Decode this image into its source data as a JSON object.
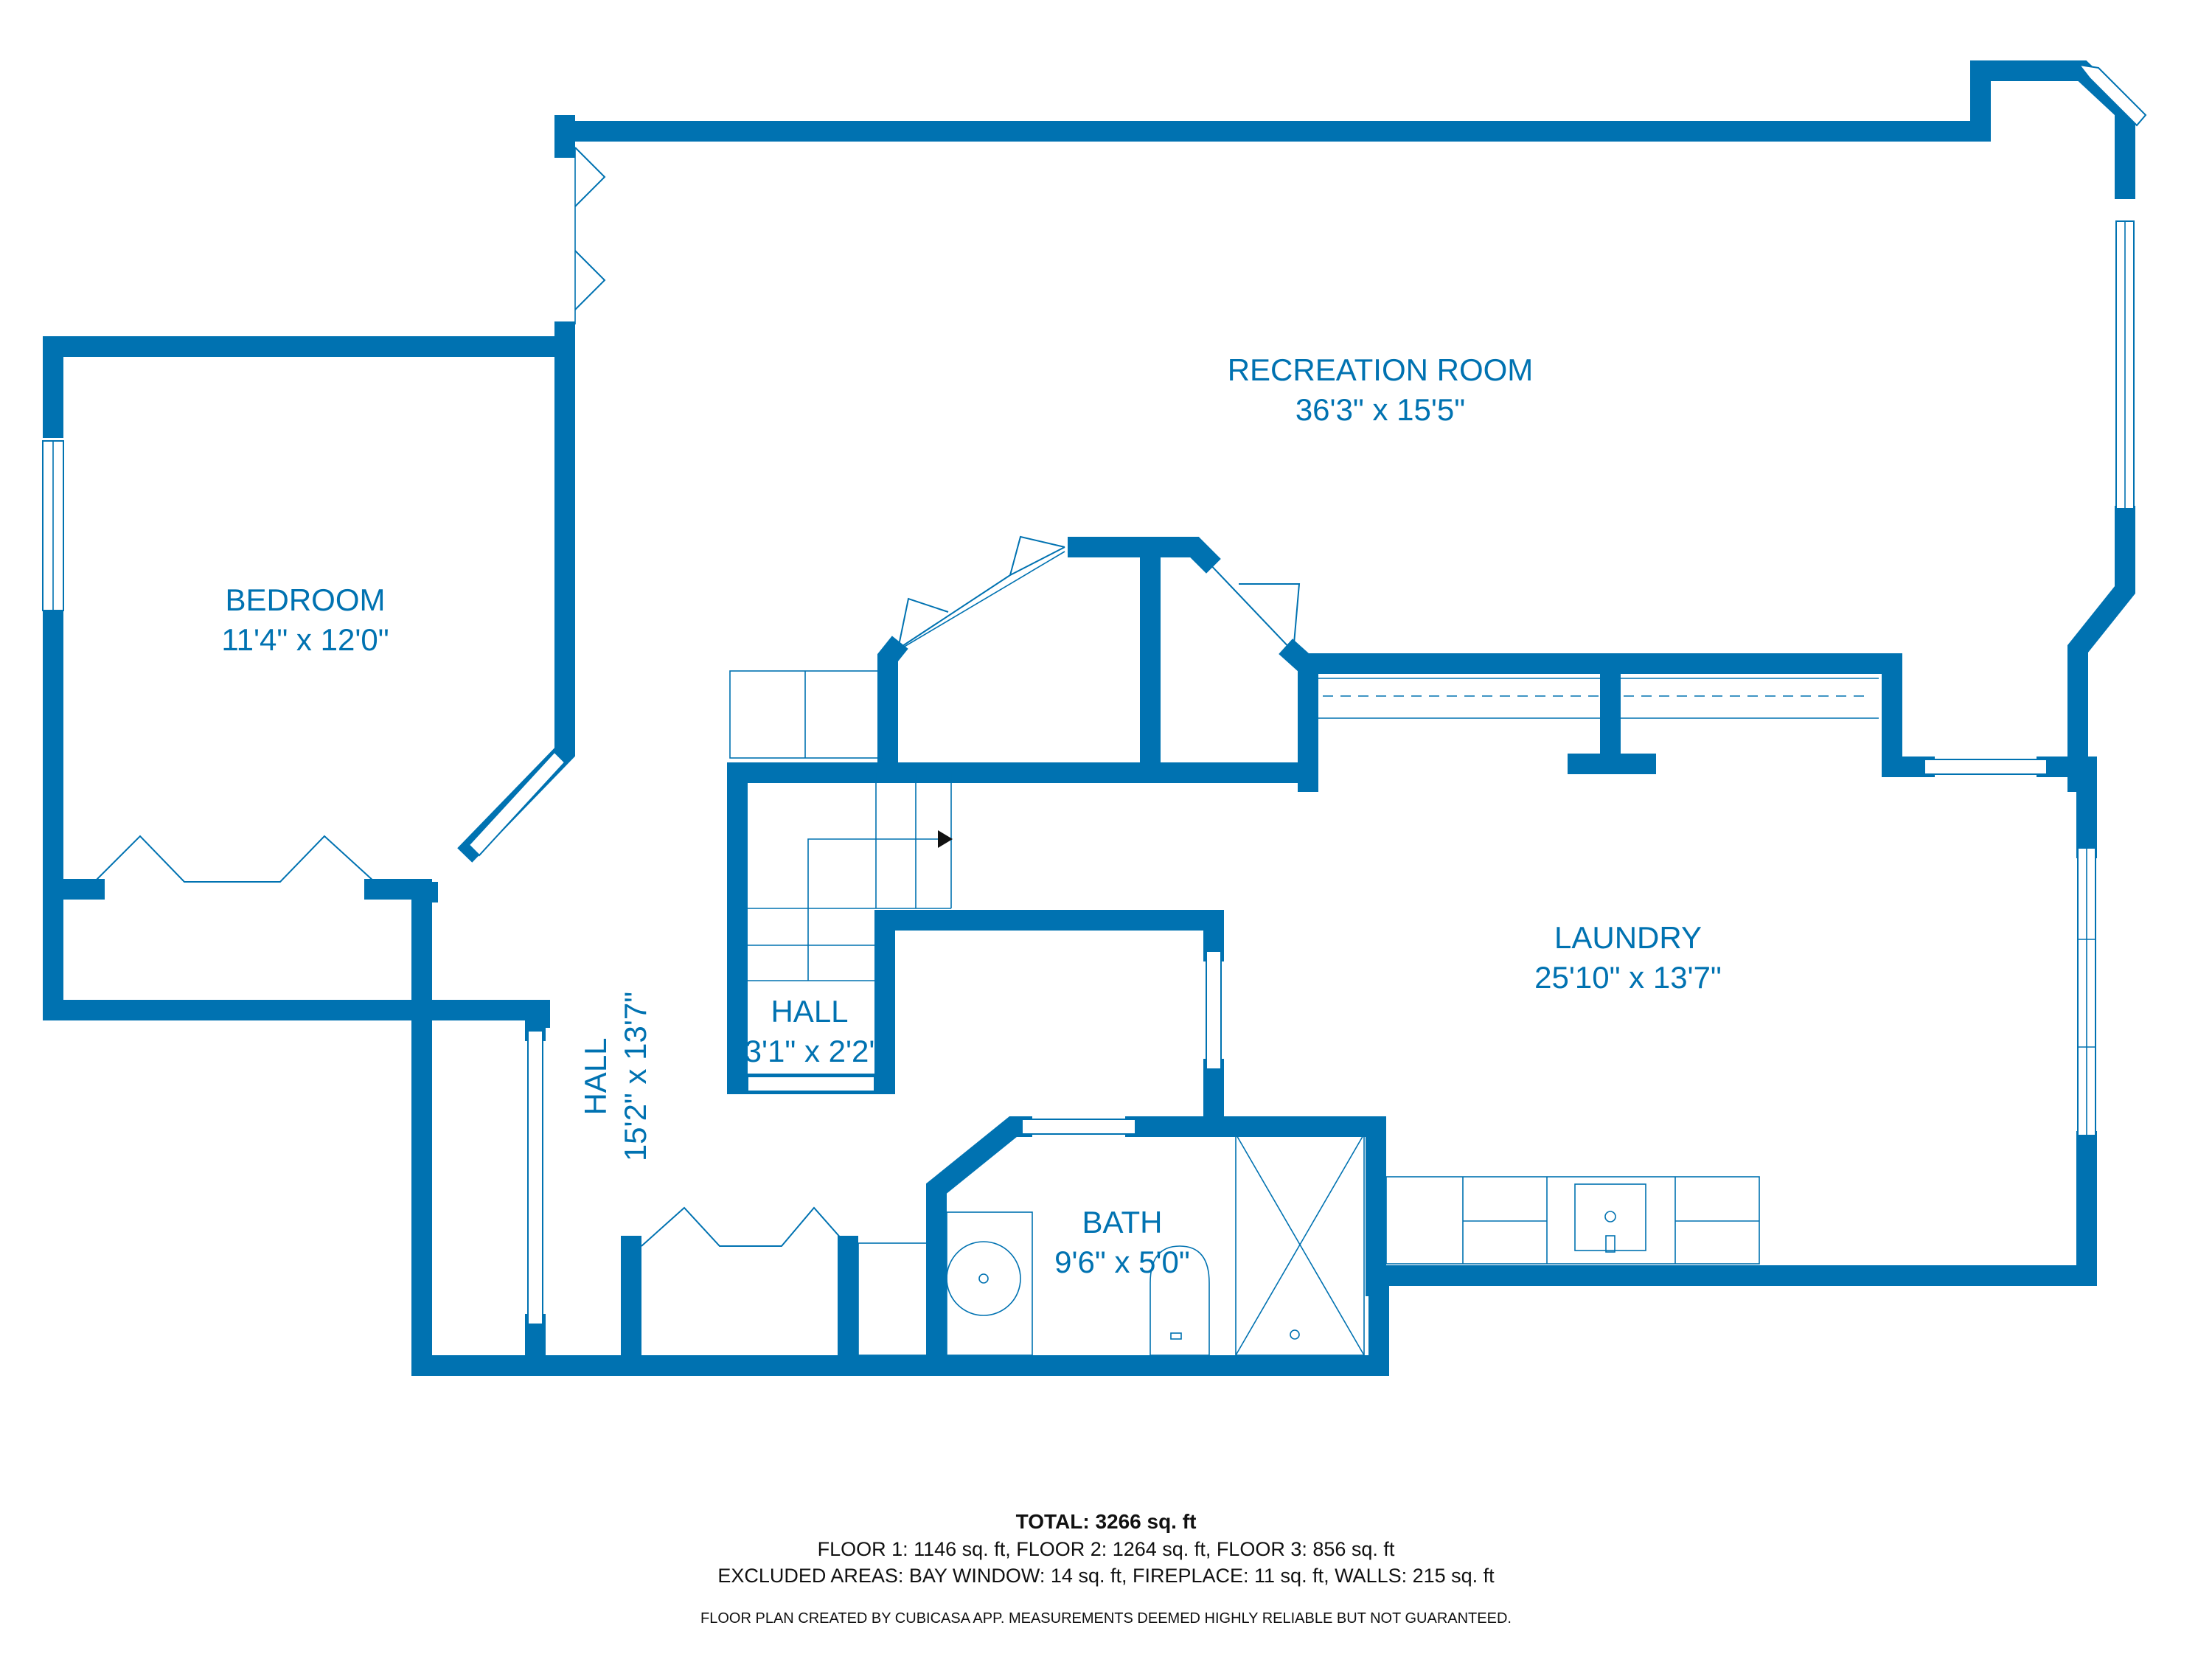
{
  "rooms": {
    "recreation": {
      "name": "RECREATION ROOM",
      "size": "36'3\" x 15'5\""
    },
    "bedroom": {
      "name": "BEDROOM",
      "size": "11'4\" x 12'0\""
    },
    "laundry": {
      "name": "LAUNDRY",
      "size": "25'10\" x 13'7\""
    },
    "hall_small": {
      "name": "HALL",
      "size": "3'1\" x 2'2'"
    },
    "hall_long": {
      "name": "HALL",
      "size": "15'2\" x 13'7\""
    },
    "bath": {
      "name": "BATH",
      "size": "9'6\" x 5'0\""
    }
  },
  "footer": {
    "total": "TOTAL: 3266 sq. ft",
    "floors": "FLOOR 1: 1146 sq. ft, FLOOR 2: 1264 sq. ft, FLOOR 3: 856 sq. ft",
    "excluded": "EXCLUDED AREAS: BAY WINDOW: 14 sq. ft, FIREPLACE: 11 sq. ft, WALLS: 215 sq. ft",
    "note": "FLOOR PLAN CREATED BY CUBICASA APP. MEASUREMENTS DEEMED HIGHLY RELIABLE BUT NOT GUARANTEED."
  },
  "colors": {
    "wall": "#0072b1",
    "text": "#0072b1",
    "footer_text": "#111111"
  },
  "icons": {
    "stair_arrow": "arrow-right-icon"
  }
}
